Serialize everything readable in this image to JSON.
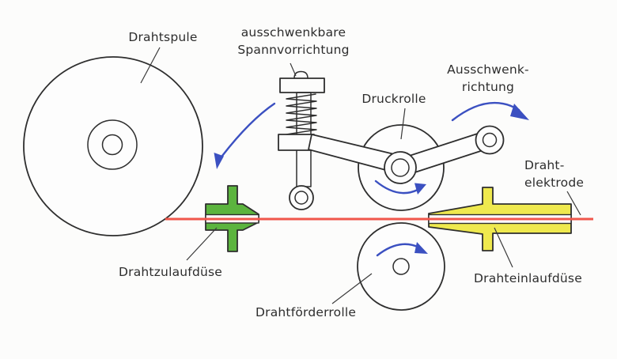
{
  "figure": {
    "title_hint": "wire feed mechanism diagram",
    "labels": {
      "drahtspule": "Drahtspule",
      "spannvorrichtung_line1": "ausschwenkbare",
      "spannvorrichtung_line2": "Spannvorrichtung",
      "druckrolle": "Druckrolle",
      "ausschwenkrichtung_line1": "Ausschwenk-",
      "ausschwenkrichtung_line2": "richtung",
      "drahtelektrode_line1": "Draht-",
      "drahtelektrode_line2": "elektrode",
      "drahtzulaufduese": "Drahtzulaufdüse",
      "drahtfoerderrolle": "Drahtförderrolle",
      "drahteinlaufduese": "Drahteinlaufdüse"
    },
    "colors": {
      "background": "#fcfcfb",
      "line": "#2e2e2e",
      "wire": "#f0564b",
      "nozzle_green": "#5cb43e",
      "nozzle_yellow": "#efe94e",
      "arrow_blue": "#3b50c1"
    }
  }
}
